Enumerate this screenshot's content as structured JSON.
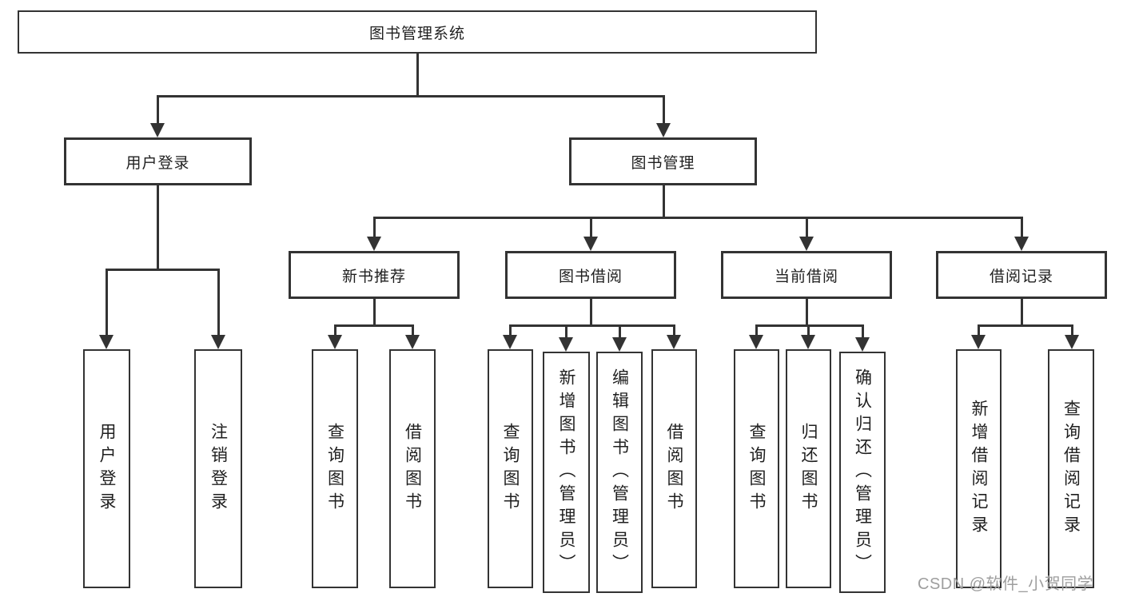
{
  "tree": {
    "label": "图书管理系统",
    "children": [
      {
        "label": "用户登录",
        "children": [
          {
            "label": "用户登录"
          },
          {
            "label": "注销登录"
          }
        ]
      },
      {
        "label": "图书管理",
        "children": [
          {
            "label": "新书推荐",
            "children": [
              {
                "label": "查询图书"
              },
              {
                "label": "借阅图书"
              }
            ]
          },
          {
            "label": "图书借阅",
            "children": [
              {
                "label": "查询图书"
              },
              {
                "label": "新增图书（管理员）"
              },
              {
                "label": "编辑图书（管理员）"
              },
              {
                "label": "借阅图书"
              }
            ]
          },
          {
            "label": "当前借阅",
            "children": [
              {
                "label": "查询图书"
              },
              {
                "label": "归还图书"
              },
              {
                "label": "确认归还（管理员）"
              }
            ]
          },
          {
            "label": "借阅记录",
            "children": [
              {
                "label": "新增借阅记录"
              },
              {
                "label": "查询借阅记录"
              }
            ]
          }
        ]
      }
    ]
  },
  "watermark": {
    "text": "CSDN @软件_小贺同学"
  },
  "colors": {
    "line": "#333333",
    "text": "#1f1f1f",
    "background": "#ffffff",
    "watermark": "#9e9e9e"
  }
}
